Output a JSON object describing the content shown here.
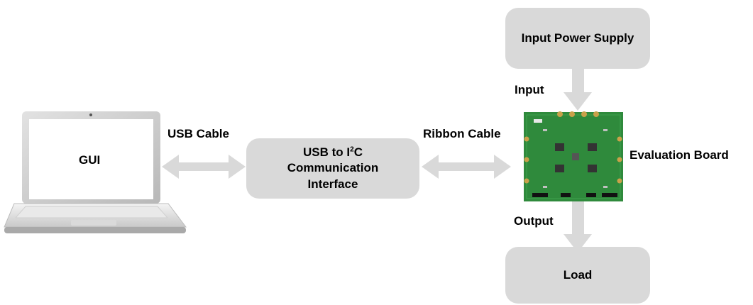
{
  "nodes": {
    "gui": "GUI",
    "usb_interface": {
      "line1_pre": "USB to I",
      "line1_sup": "2",
      "line1_post": "C",
      "line2": "Communication",
      "line3": "Interface"
    },
    "input_power_supply": "Input Power Supply",
    "evaluation_board": "Evaluation Board",
    "load": "Load"
  },
  "edges": {
    "usb_cable": "USB Cable",
    "ribbon_cable": "Ribbon Cable",
    "input": "Input",
    "output": "Output"
  },
  "colors": {
    "box_fill": "#d9d9d9",
    "arrow_fill": "#d9d9d9",
    "board_green": "#2f8a3c"
  }
}
